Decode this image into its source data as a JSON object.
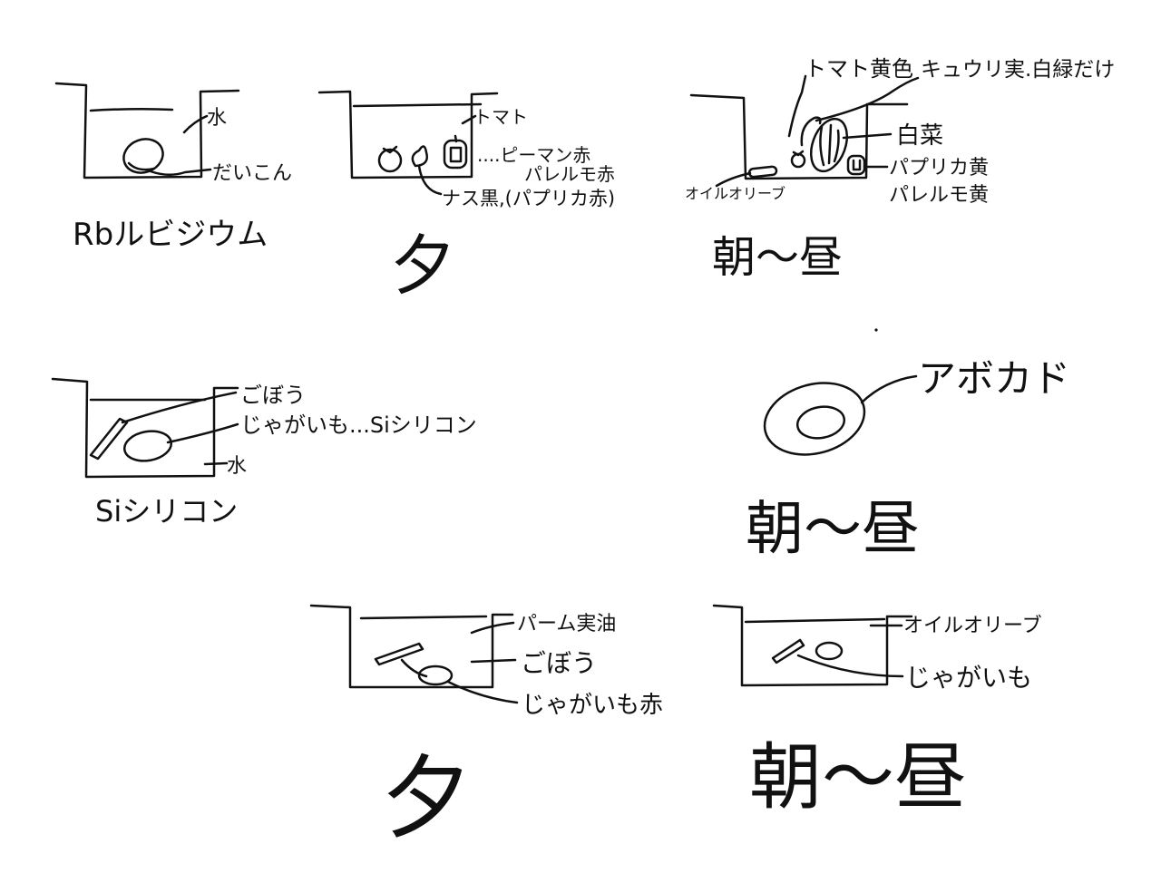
{
  "panel_rb": {
    "water": "水",
    "daikon": "だいこん",
    "caption": "Rbルビジウム"
  },
  "panel_evening_1": {
    "tomato": "トマト",
    "pepper": "....ピーマン赤",
    "palermo": "パレルモ赤",
    "eggplant": "ナス黒,(パプリカ赤)",
    "caption": "夕"
  },
  "panel_morning_1": {
    "tomato_yellow": "トマト黄色",
    "cucumber": "キュウリ実.白緑だけ",
    "hakusai": "白菜",
    "paprika": "パプリカ黄",
    "palermo": "パレルモ黄",
    "olive_oil": "オイルオリーブ",
    "caption": "朝〜昼"
  },
  "panel_si": {
    "burdock": "ごぼう",
    "potato": "じゃがいも...Siシリコン",
    "water": "水",
    "caption": "Siシリコン"
  },
  "panel_avocado": {
    "avocado": "アボカド",
    "caption": "朝〜昼"
  },
  "panel_evening_2": {
    "palm_oil": "パーム実油",
    "burdock": "ごぼう",
    "potato": "じゃがいも赤",
    "caption": "夕"
  },
  "panel_morning_2": {
    "olive_oil": "オイルオリーブ",
    "potato": "じゃがいも",
    "caption": "朝〜昼"
  }
}
